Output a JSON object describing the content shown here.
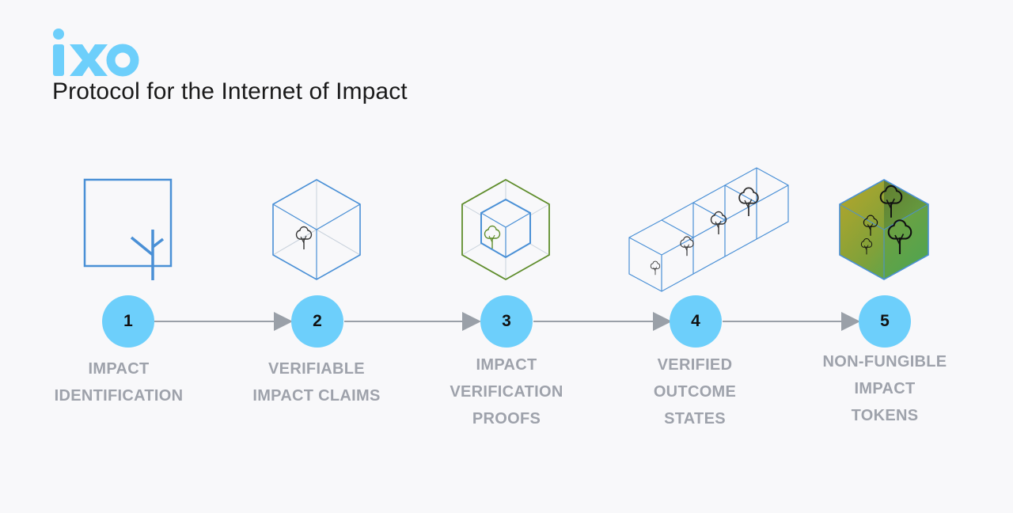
{
  "logo": {
    "text": "ixo",
    "color": "#6dcffb"
  },
  "tagline": "Protocol for the Internet of Impact",
  "colors": {
    "accent": "#6dcffb",
    "label": "#9ea2ab",
    "arrow": "#9aa0a8",
    "cube_blue": "#4a90d6",
    "cube_green": "#5f8d2c"
  },
  "steps": [
    {
      "number": "1",
      "lines": [
        "IMPACT",
        "IDENTIFICATION"
      ],
      "icon": "square-tree-icon"
    },
    {
      "number": "2",
      "lines": [
        "VERIFIABLE",
        "IMPACT CLAIMS"
      ],
      "icon": "cube-tree-icon"
    },
    {
      "number": "3",
      "lines": [
        "IMPACT",
        "VERIFICATION",
        "PROOFS"
      ],
      "icon": "nested-cube-tree-icon"
    },
    {
      "number": "4",
      "lines": [
        "VERIFIED",
        "OUTCOME",
        "STATES"
      ],
      "icon": "cube-row-trees-icon"
    },
    {
      "number": "5",
      "lines": [
        "NON-FUNGIBLE",
        "IMPACT",
        "TOKENS"
      ],
      "icon": "filled-cube-trees-icon"
    }
  ]
}
